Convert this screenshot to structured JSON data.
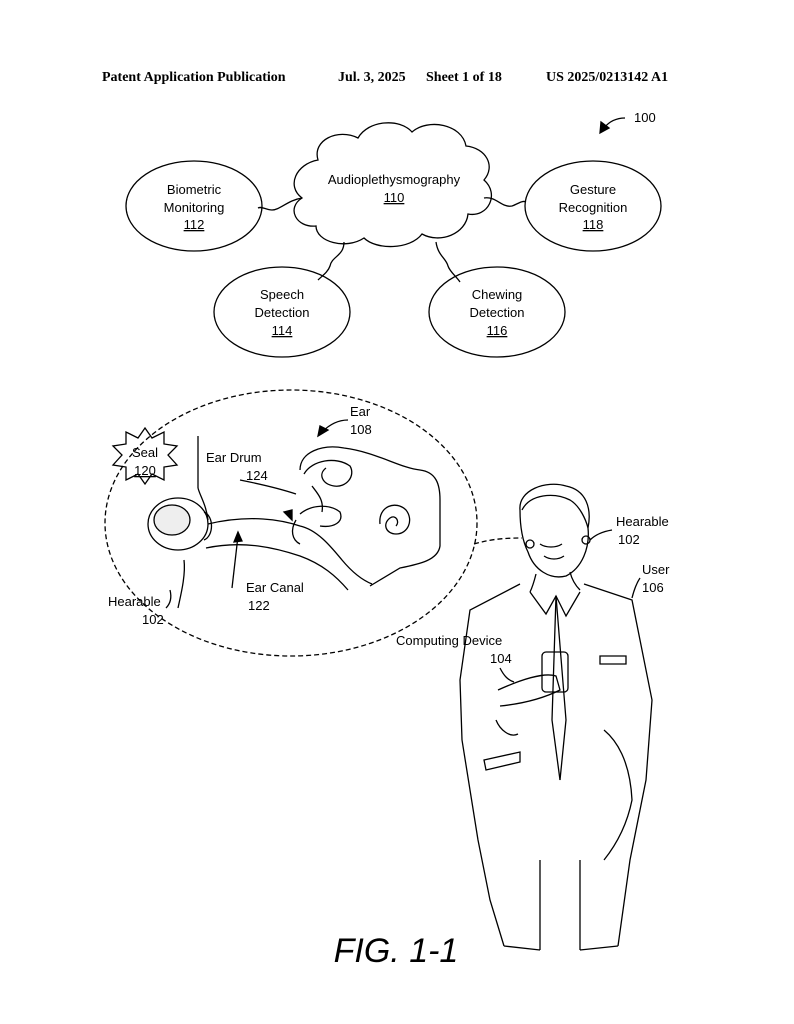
{
  "header": {
    "left": "Patent Application Publication",
    "date": "Jul. 3, 2025",
    "sheet": "Sheet 1 of 18",
    "number": "US 2025/0213142 A1"
  },
  "figure": {
    "ref_system": "100",
    "apg": {
      "label": "Audioplethysmography",
      "ref": "110"
    },
    "biometric": {
      "line1": "Biometric",
      "line2": "Monitoring",
      "ref": "112"
    },
    "gesture": {
      "line1": "Gesture",
      "line2": "Recognition",
      "ref": "118"
    },
    "speech": {
      "line1": "Speech",
      "line2": "Detection",
      "ref": "114"
    },
    "chewing": {
      "line1": "Chewing",
      "line2": "Detection",
      "ref": "116"
    },
    "seal": {
      "label": "Seal",
      "ref": "120"
    },
    "ear": {
      "label": "Ear",
      "ref": "108"
    },
    "ear_drum": {
      "label": "Ear Drum",
      "ref": "124"
    },
    "ear_canal": {
      "label": "Ear Canal",
      "ref": "122"
    },
    "hearable_left": {
      "label": "Hearable",
      "ref": "102"
    },
    "hearable_right": {
      "label": "Hearable",
      "ref": "102"
    },
    "user": {
      "label": "User",
      "ref": "106"
    },
    "computing_device": {
      "label": "Computing Device",
      "ref": "104"
    },
    "caption": "FIG. 1-1"
  }
}
